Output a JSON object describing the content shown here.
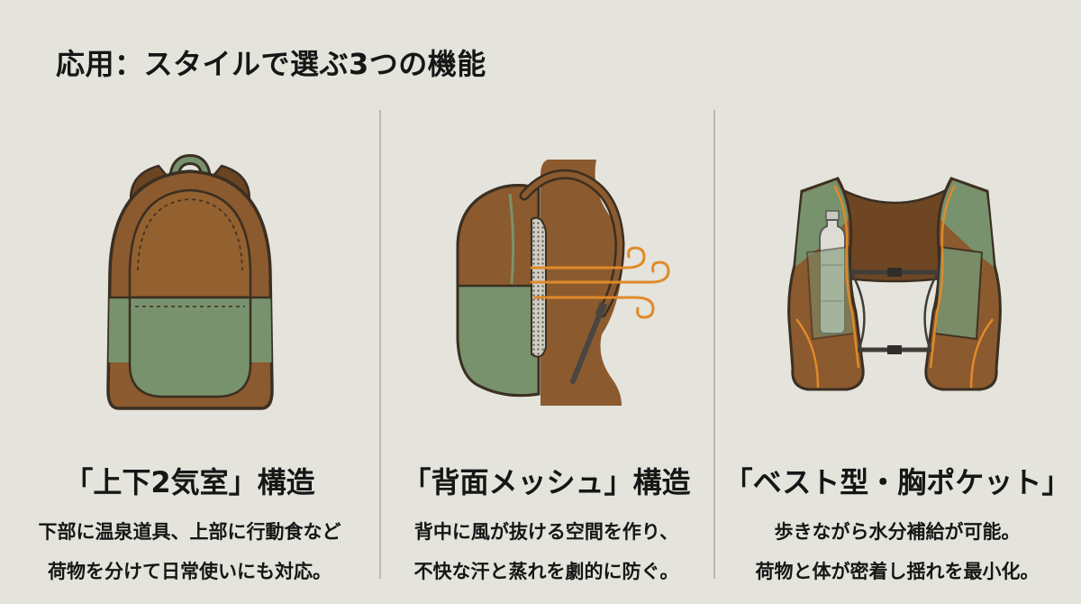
{
  "title": "応用：スタイルで選ぶ3つの機能",
  "columns": [
    {
      "heading": "「上下2気室」構造",
      "lines": [
        "下部に温泉道具、上部に行動食など",
        "荷物を分けて日常使いにも対応。"
      ],
      "illustration": "two-compartment-backpack-icon"
    },
    {
      "heading": "「背面メッシュ」構造",
      "lines": [
        "背中に風が抜ける空間を作り、",
        "不快な汗と蒸れを劇的に防ぐ。"
      ],
      "illustration": "back-mesh-backpack-icon"
    },
    {
      "heading": "「ベスト型・胸ポケット」",
      "lines": [
        "歩きながら水分補給が可能。",
        "荷物と体が密着し揺れを最小化。"
      ],
      "illustration": "vest-pack-icon"
    }
  ],
  "colors": {
    "background": "#e4e3dc",
    "brown": "#8b5a2e",
    "green": "#78926e",
    "orange": "#e08a2a",
    "outline": "#3b2f22"
  }
}
